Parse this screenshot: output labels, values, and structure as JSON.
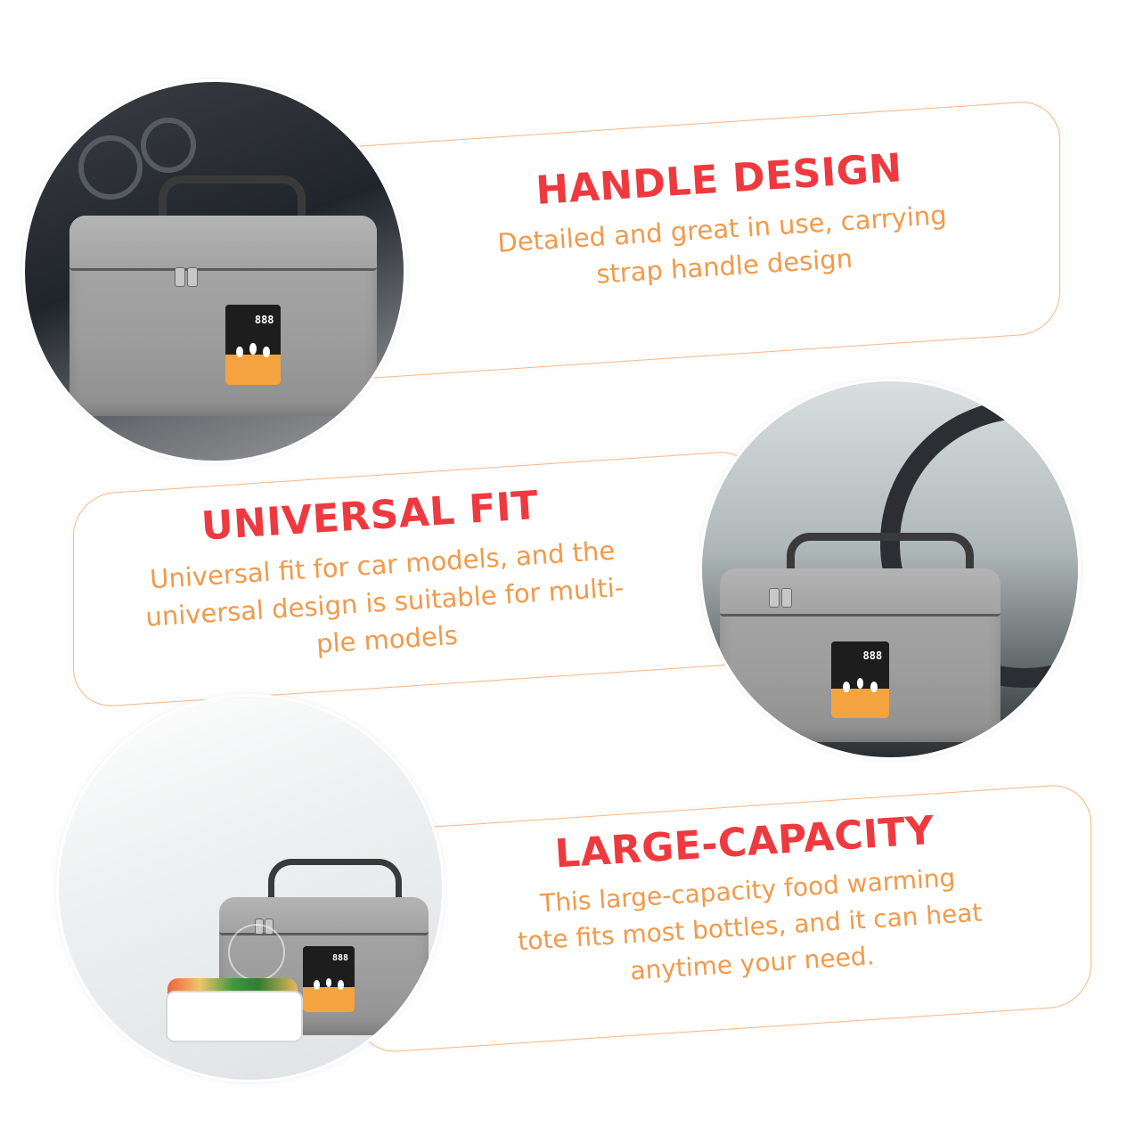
{
  "features": [
    {
      "title": "HANDLE DESIGN",
      "desc_lines": [
        "Detailed and great in use, carrying",
        "strap handle design"
      ]
    },
    {
      "title": "UNIVERSAL FIT",
      "desc_lines": [
        "Universal fit for car models, and the",
        "universal design is suitable for multi-",
        "ple models"
      ]
    },
    {
      "title": "LARGE-CAPACITY",
      "desc_lines": [
        "This large-capacity food warming",
        "tote fits most bottles, and it can heat",
        "anytime your need."
      ]
    }
  ],
  "panel_display": "888",
  "colors": {
    "title": "#ee3a3f",
    "description": "#f19a4b",
    "card_border": "#f6b98a",
    "bag_gray": "#a0a0a0",
    "panel_orange": "#f4a340"
  },
  "photos": [
    {
      "name": "bag-in-car-front-seat"
    },
    {
      "name": "bag-near-steering-wheel"
    },
    {
      "name": "bag-with-lunch-box"
    }
  ]
}
